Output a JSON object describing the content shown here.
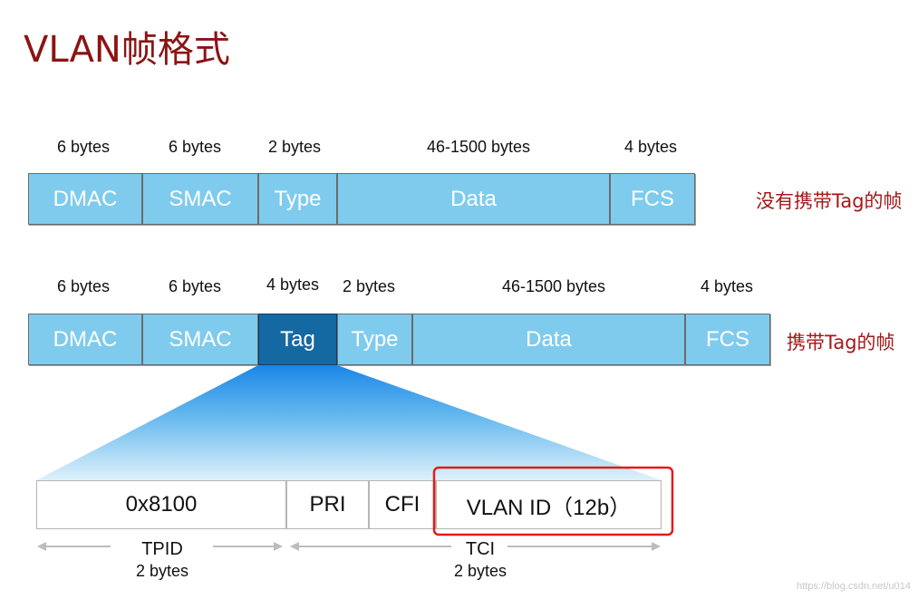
{
  "title": "VLAN帧格式",
  "untagged": {
    "annotation": "没有携带Tag的帧",
    "fields": [
      {
        "name": "DMAC",
        "bytes": "6 bytes"
      },
      {
        "name": "SMAC",
        "bytes": "6 bytes"
      },
      {
        "name": "Type",
        "bytes": "2 bytes"
      },
      {
        "name": "Data",
        "bytes": "46-1500 bytes"
      },
      {
        "name": "FCS",
        "bytes": "4 bytes"
      }
    ]
  },
  "tagged": {
    "annotation": "携带Tag的帧",
    "fields": [
      {
        "name": "DMAC",
        "bytes": "6 bytes"
      },
      {
        "name": "SMAC",
        "bytes": "6 bytes"
      },
      {
        "name": "Tag",
        "bytes": "4 bytes"
      },
      {
        "name": "Type",
        "bytes": "2 bytes"
      },
      {
        "name": "Data",
        "bytes": "46-1500 bytes"
      },
      {
        "name": "FCS",
        "bytes": "4 bytes"
      }
    ]
  },
  "tag_detail": {
    "fields": [
      "0x8100",
      "PRI",
      "CFI",
      "VLAN ID（12b）"
    ],
    "tpid": {
      "label": "TPID",
      "bytes": "2 bytes"
    },
    "tci": {
      "label": "TCI",
      "bytes": "2 bytes"
    }
  },
  "watermark": "https://blog.csdn.net/u014",
  "colors": {
    "field_fill": "#7fcbed",
    "tag_fill": "#1569a3",
    "title": "#8b1414",
    "annotation": "#a51818",
    "highlight_box": "#e31b1b"
  }
}
